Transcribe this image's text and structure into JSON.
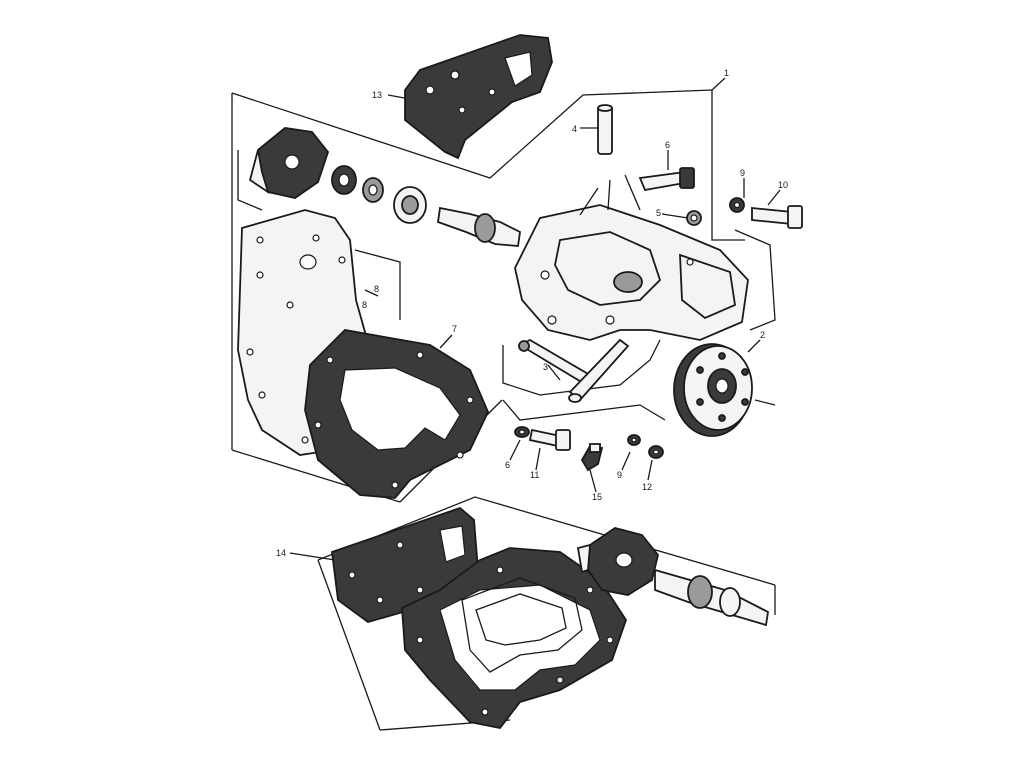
{
  "diagram": {
    "callouts": [
      {
        "key": "c1",
        "text": "1"
      },
      {
        "key": "c2",
        "text": "2"
      },
      {
        "key": "c3",
        "text": "3"
      },
      {
        "key": "c4",
        "text": "4"
      },
      {
        "key": "c5",
        "text": "5"
      },
      {
        "key": "c6a",
        "text": "6"
      },
      {
        "key": "c6b",
        "text": "6"
      },
      {
        "key": "c7",
        "text": "7"
      },
      {
        "key": "c8",
        "text": "8"
      },
      {
        "key": "c8b",
        "text": "8"
      },
      {
        "key": "c9a",
        "text": "9"
      },
      {
        "key": "c9b",
        "text": "9"
      },
      {
        "key": "c10",
        "text": "10"
      },
      {
        "key": "c11",
        "text": "11"
      },
      {
        "key": "c12",
        "text": "12"
      },
      {
        "key": "c13",
        "text": "13"
      },
      {
        "key": "c14",
        "text": "14"
      },
      {
        "key": "c15",
        "text": "15"
      }
    ]
  }
}
